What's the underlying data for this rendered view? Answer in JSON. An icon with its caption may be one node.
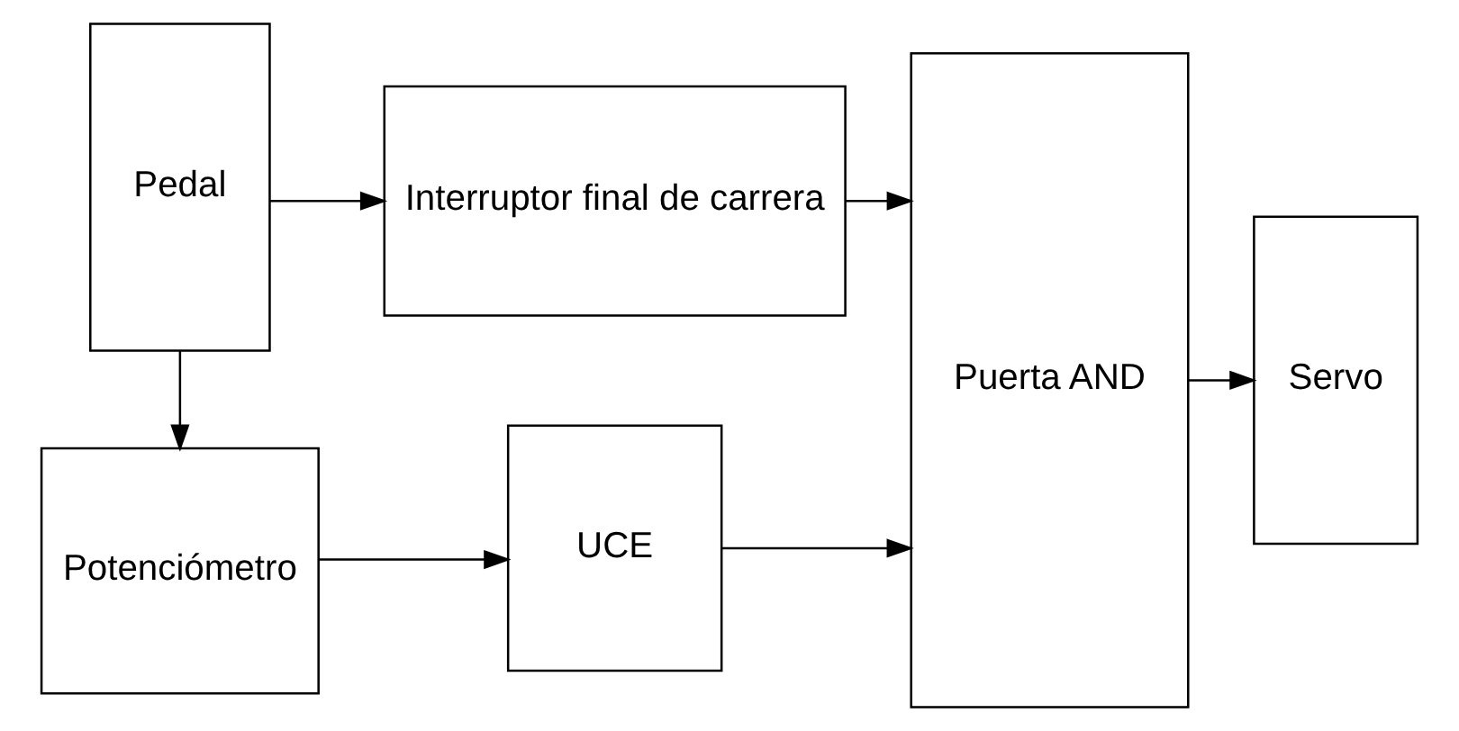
{
  "diagram": {
    "nodes": [
      {
        "text": [
          "Pedal"
        ]
      },
      {
        "text": [
          "Interruptor final de carrera"
        ]
      },
      {
        "text": [
          "Potenciómetro"
        ]
      },
      {
        "text": [
          "UCE"
        ]
      },
      {
        "text": [
          "Puerta AND"
        ]
      },
      {
        "text": [
          "Servo"
        ]
      }
    ],
    "edges": [
      {
        "from": 0,
        "to": 1,
        "arrow": "to"
      },
      {
        "from": 0,
        "to": 2,
        "arrow": "to"
      },
      {
        "from": 1,
        "to": 4,
        "arrow": "to"
      },
      {
        "from": 2,
        "to": 3,
        "arrow": "to"
      },
      {
        "from": 3,
        "to": 4,
        "arrow": "to"
      },
      {
        "from": 4,
        "to": 5,
        "arrow": "to"
      }
    ]
  }
}
